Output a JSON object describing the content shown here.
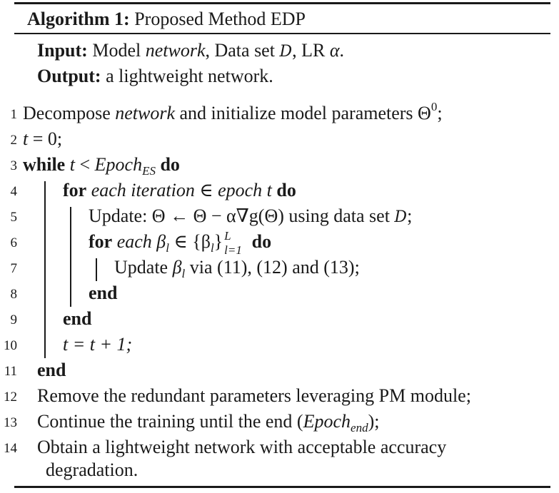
{
  "algorithm": {
    "label": "Algorithm 1:",
    "title": "Proposed Method EDP"
  },
  "io": {
    "input_label": "Input:",
    "input_text_a": "Model ",
    "input_network": "network",
    "input_text_b": ", Data set ",
    "input_D": "D",
    "input_text_c": ", LR ",
    "input_alpha": "α",
    "input_text_d": ".",
    "output_label": "Output:",
    "output_text": "a lightweight network."
  },
  "lines": {
    "l1": {
      "num": "1",
      "a": "Decompose ",
      "network": "network",
      "b": " and initialize model parameters Θ",
      "sup": "0",
      "c": ";"
    },
    "l2": {
      "num": "2",
      "t": "t",
      "rest": " = 0;"
    },
    "l3": {
      "num": "3",
      "kw_while": "while",
      "t": "t",
      "lt": " < ",
      "epoch": "Epoch",
      "sub": "ES",
      "kw_do": "do"
    },
    "l4": {
      "num": "4",
      "kw_for": "for",
      "each": "each iteration",
      "in": " ∈ ",
      "epoch_t": "epoch t",
      "kw_do": "do"
    },
    "l5": {
      "num": "5",
      "text": "Update: Θ ← Θ − α∇g(Θ) using data set ",
      "D": "D",
      "end": ";"
    },
    "l6": {
      "num": "6",
      "kw_for": "for",
      "each": "each β",
      "sub_l": "l",
      "in": " ∈ {β",
      "sub_l2": "l",
      "close": "}",
      "sup_L": "L",
      "sub_l1": "l=1",
      "kw_do": "do"
    },
    "l7": {
      "num": "7",
      "a": "Update ",
      "beta": "β",
      "sub_l": "l",
      "b": " via (11), (12) and (13);"
    },
    "l8": {
      "num": "8",
      "kw_end": "end"
    },
    "l9": {
      "num": "9",
      "kw_end": "end"
    },
    "l10": {
      "num": "10",
      "text": "t = t + 1;"
    },
    "l11": {
      "num": "11",
      "kw_end": "end"
    },
    "l12": {
      "num": "12",
      "text": "Remove the redundant parameters leveraging PM module;"
    },
    "l13": {
      "num": "13",
      "a": "Continue the training until the end (",
      "epoch": "Epoch",
      "sub": "end",
      "b": ");"
    },
    "l14": {
      "num": "14",
      "text": "Obtain a lightweight network with acceptable accuracy",
      "text2": "degradation."
    }
  }
}
